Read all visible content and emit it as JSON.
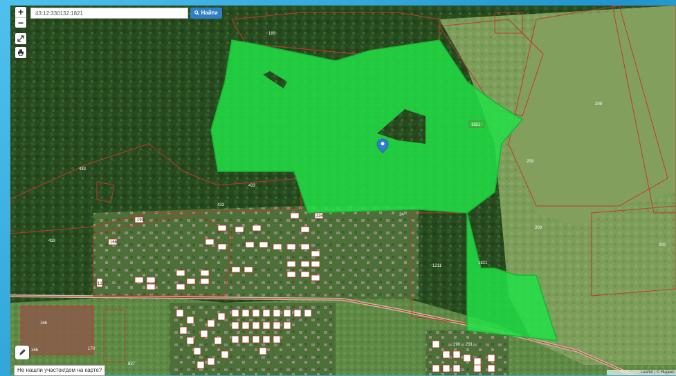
{
  "search": {
    "value": "43:12:330132:1821",
    "button_label": "Найти"
  },
  "controls": {
    "zoom_in": "+",
    "zoom_out": "−",
    "fullscreen_icon": "expand-icon",
    "print_icon": "printer-icon",
    "edit_icon": "pencil-icon"
  },
  "not_found_label": "Не нашли участок/дом на карте?",
  "attribution": "Leaflet | © Яндекс",
  "colors": {
    "highlight": "#22e046",
    "parcel_border": "#c0392b",
    "marker": "#2e7dd1"
  },
  "parcel_labels": {
    "main": "1821",
    "main2": "1821",
    "n189": "189",
    "n433a": "433",
    "n433b": "433",
    "n433c": "433",
    "n433d": "433",
    "n209a": "209",
    "n209b": "209",
    "n209c": "209",
    "n209d": "209",
    "n1211": "1211",
    "n34": "34",
    "n193": "193",
    "n166a": "166",
    "n166b": "166",
    "n166c": "166",
    "n170": "170",
    "n837": "837",
    "n127": "127",
    "n334": "334",
    "n290": "290",
    "n291": "291"
  }
}
